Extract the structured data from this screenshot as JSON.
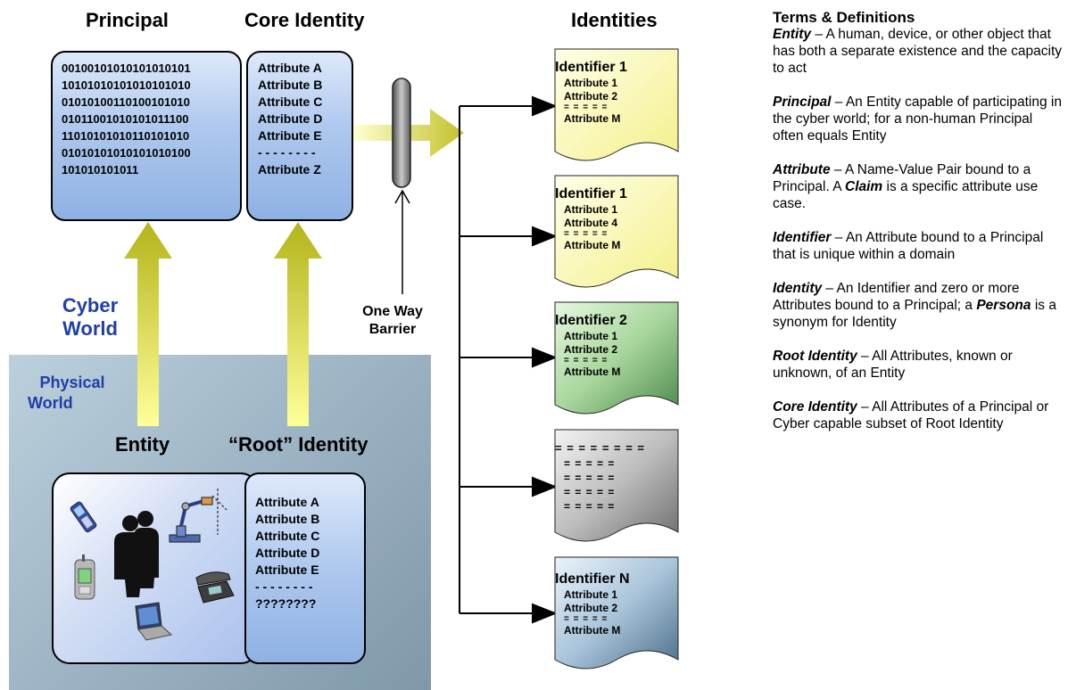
{
  "headers": {
    "principal": "Principal",
    "core_identity": "Core Identity",
    "identities": "Identities",
    "entity": "Entity",
    "root_identity": "“Root” Identity"
  },
  "labels": {
    "cyber_world_1": "Cyber",
    "cyber_world_2": "World",
    "physical_world_1": "Physical",
    "physical_world_2": "World",
    "barrier_1": "One Way",
    "barrier_2": "Barrier"
  },
  "binary_lines": [
    "00100101010101010101",
    "10101010101010101010",
    "01010100110100101010",
    "01011001010101011100",
    "11010101010110101010",
    "01010101010101010100",
    "101010101011"
  ],
  "core_attributes": [
    "Attribute A",
    "Attribute B",
    "Attribute C",
    "Attribute D",
    "Attribute E",
    "- - - - - - - -",
    "Attribute Z"
  ],
  "root_attributes": [
    "Attribute A",
    "Attribute B",
    "Attribute C",
    "Attribute D",
    "Attribute E",
    "- - - - - - - -",
    "????????"
  ],
  "identity_docs": [
    {
      "identifier": "Identifier 1",
      "attr1": "Attribute 1",
      "attr2": "Attribute 2",
      "sep": "= = = = =",
      "attrM": "Attribute M"
    },
    {
      "identifier": "Identifier 1",
      "attr1": "Attribute 1",
      "attr2": "Attribute 4",
      "sep": "= = = = =",
      "attrM": "Attribute M"
    },
    {
      "identifier": "Identifier 2",
      "attr1": "Attribute 1",
      "attr2": "Attribute 2",
      "sep": "= = = = =",
      "attrM": "Attribute M"
    },
    {
      "lines": [
        "= = = = = = = =",
        "= = = = =",
        "= = = = =",
        "= = = = =",
        "= = = = ="
      ]
    },
    {
      "identifier": "Identifier N",
      "attr1": "Attribute 1",
      "attr2": "Attribute 2",
      "sep": "= = = = =",
      "attrM": "Attribute M"
    }
  ],
  "definitions": {
    "title": "Terms & Definitions",
    "items": [
      {
        "term": "Entity",
        "text": " – A human, device, or other object that has both a separate existence and the capacity to act"
      },
      {
        "term": "Principal",
        "text": " – An Entity capable of participating in the cyber world; for a non-human Principal often equals Entity"
      },
      {
        "term": "Attribute",
        "text": " – A Name-Value Pair bound to a Principal. A ",
        "term2": "Claim",
        "text2": " is a specific attribute use case."
      },
      {
        "term": "Identifier",
        "text": " – An Attribute bound to a Principal that is unique within a domain"
      },
      {
        "term": "Identity",
        "text": " – An Identifier and zero or more Attributes bound to a Principal;  a ",
        "term2": "Persona",
        "text2": " is a synonym for Identity"
      },
      {
        "term": "Root Identity",
        "text": " – All Attributes, known or unknown, of an Entity"
      },
      {
        "term": "Core Identity",
        "text": " – All Attributes of a Principal or Cyber capable subset of Root Identity"
      }
    ]
  },
  "colors": {
    "doc_yellow": "#fdfbc8",
    "doc_green": "#5f9a5c",
    "doc_gray": "#8a8a8a",
    "doc_blue": "#5b7e98",
    "arrow_yellow": "#e6e64a",
    "cyber_label": "#1f3fa8"
  },
  "icons": [
    "mobile-phone-icon",
    "businessmen-icon",
    "robot-arm-icon",
    "pda-icon",
    "laptop-icon",
    "desk-phone-icon"
  ]
}
